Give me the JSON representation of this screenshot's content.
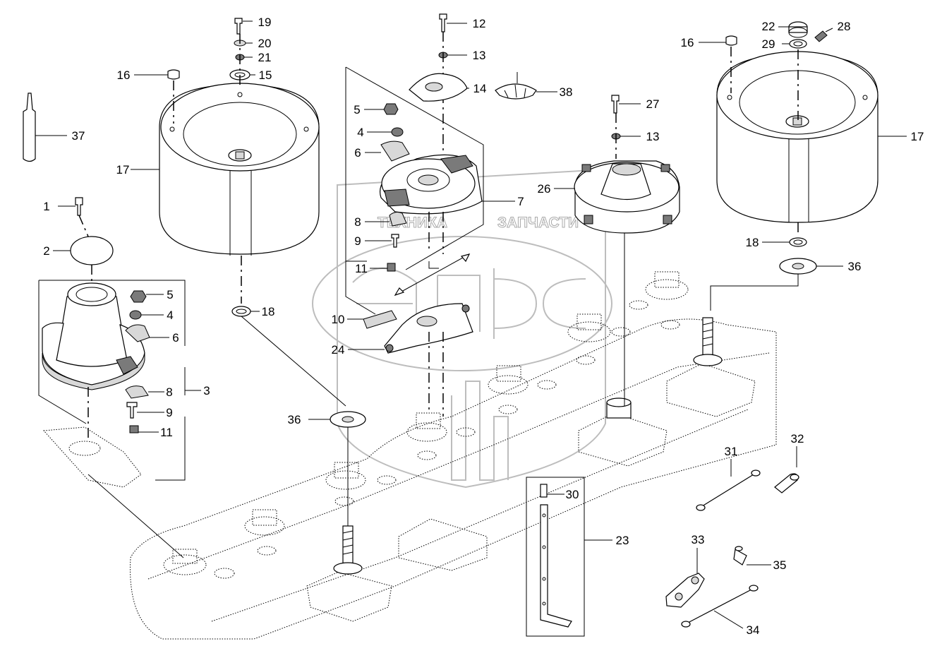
{
  "watermark": {
    "brand_left": "ТЕХНИКА",
    "brand_right": "ЗАПЧАСТИ"
  },
  "callouts": [
    {
      "id": "c1",
      "label": "1"
    },
    {
      "id": "c2",
      "label": "2"
    },
    {
      "id": "c3",
      "label": "3"
    },
    {
      "id": "c4a",
      "label": "4"
    },
    {
      "id": "c4b",
      "label": "4"
    },
    {
      "id": "c5a",
      "label": "5"
    },
    {
      "id": "c5b",
      "label": "5"
    },
    {
      "id": "c6a",
      "label": "6"
    },
    {
      "id": "c6b",
      "label": "6"
    },
    {
      "id": "c7",
      "label": "7"
    },
    {
      "id": "c8a",
      "label": "8"
    },
    {
      "id": "c8b",
      "label": "8"
    },
    {
      "id": "c9a",
      "label": "9"
    },
    {
      "id": "c9b",
      "label": "9"
    },
    {
      "id": "c10",
      "label": "10"
    },
    {
      "id": "c11a",
      "label": "11"
    },
    {
      "id": "c11b",
      "label": "11"
    },
    {
      "id": "c12",
      "label": "12"
    },
    {
      "id": "c13a",
      "label": "13"
    },
    {
      "id": "c13b",
      "label": "13"
    },
    {
      "id": "c14",
      "label": "14"
    },
    {
      "id": "c15",
      "label": "15"
    },
    {
      "id": "c16a",
      "label": "16"
    },
    {
      "id": "c16b",
      "label": "16"
    },
    {
      "id": "c17a",
      "label": "17"
    },
    {
      "id": "c17b",
      "label": "17"
    },
    {
      "id": "c18a",
      "label": "18"
    },
    {
      "id": "c18b",
      "label": "18"
    },
    {
      "id": "c19",
      "label": "19"
    },
    {
      "id": "c20",
      "label": "20"
    },
    {
      "id": "c21",
      "label": "21"
    },
    {
      "id": "c22",
      "label": "22"
    },
    {
      "id": "c23",
      "label": "23"
    },
    {
      "id": "c24",
      "label": "24"
    },
    {
      "id": "c26",
      "label": "26"
    },
    {
      "id": "c27",
      "label": "27"
    },
    {
      "id": "c28",
      "label": "28"
    },
    {
      "id": "c29",
      "label": "29"
    },
    {
      "id": "c30",
      "label": "30"
    },
    {
      "id": "c31",
      "label": "31"
    },
    {
      "id": "c32",
      "label": "32"
    },
    {
      "id": "c33",
      "label": "33"
    },
    {
      "id": "c34",
      "label": "34"
    },
    {
      "id": "c35",
      "label": "35"
    },
    {
      "id": "c36a",
      "label": "36"
    },
    {
      "id": "c36b",
      "label": "36"
    },
    {
      "id": "c37",
      "label": "37"
    },
    {
      "id": "c38",
      "label": "38"
    }
  ]
}
